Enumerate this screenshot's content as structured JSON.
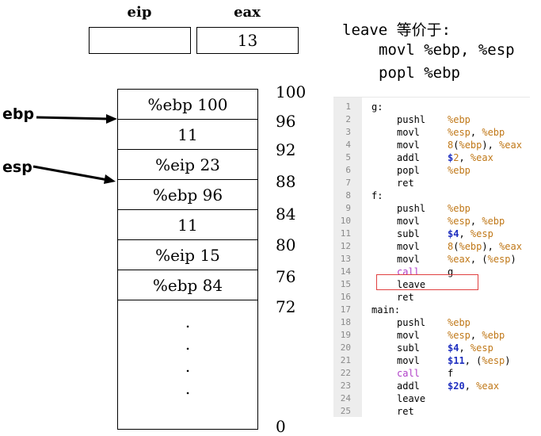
{
  "registers": {
    "eip": {
      "label": "eip",
      "value": ""
    },
    "eax": {
      "label": "eax",
      "value": "13"
    }
  },
  "pointers": {
    "ebp": "ebp",
    "esp": "esp"
  },
  "stack": {
    "cells": [
      "%ebp 100",
      "11",
      "%eip 23",
      "%ebp 96",
      "11",
      "%eip 15",
      "%ebp 84"
    ],
    "dots": [
      ".",
      ".",
      ".",
      "."
    ],
    "addresses": [
      "100",
      "96",
      "92",
      "88",
      "84",
      "80",
      "76",
      "72",
      "0"
    ]
  },
  "note": {
    "title": "leave 等价于:",
    "lines": [
      "movl %ebp, %esp",
      "popl %ebp"
    ]
  },
  "code": {
    "highlight_line": 15,
    "lines": [
      {
        "n": "1",
        "label": "g:",
        "op": "",
        "args": []
      },
      {
        "n": "2",
        "label": "",
        "op": "pushl",
        "args": [
          [
            "reg",
            "%ebp"
          ]
        ]
      },
      {
        "n": "3",
        "label": "",
        "op": "movl",
        "args": [
          [
            "reg",
            "%esp"
          ],
          [
            "txt",
            ", "
          ],
          [
            "reg",
            "%ebp"
          ]
        ]
      },
      {
        "n": "4",
        "label": "",
        "op": "movl",
        "args": [
          [
            "reg",
            "8"
          ],
          [
            "txt",
            "("
          ],
          [
            "reg",
            "%ebp"
          ],
          [
            "txt",
            "), "
          ],
          [
            "reg",
            "%eax"
          ]
        ]
      },
      {
        "n": "5",
        "label": "",
        "op": "addl",
        "args": [
          [
            "imm",
            "$"
          ],
          [
            "reg",
            "2"
          ],
          [
            "txt",
            ", "
          ],
          [
            "reg",
            "%eax"
          ]
        ]
      },
      {
        "n": "6",
        "label": "",
        "op": "popl",
        "args": [
          [
            "reg",
            "%ebp"
          ]
        ]
      },
      {
        "n": "7",
        "label": "",
        "op": "ret",
        "args": []
      },
      {
        "n": "8",
        "label": "f:",
        "op": "",
        "args": []
      },
      {
        "n": "9",
        "label": "",
        "op": "pushl",
        "args": [
          [
            "reg",
            "%ebp"
          ]
        ]
      },
      {
        "n": "10",
        "label": "",
        "op": "movl",
        "args": [
          [
            "reg",
            "%esp"
          ],
          [
            "txt",
            ", "
          ],
          [
            "reg",
            "%ebp"
          ]
        ]
      },
      {
        "n": "11",
        "label": "",
        "op": "subl",
        "args": [
          [
            "imm",
            "$4"
          ],
          [
            "txt",
            ", "
          ],
          [
            "reg",
            "%esp"
          ]
        ]
      },
      {
        "n": "12",
        "label": "",
        "op": "movl",
        "args": [
          [
            "reg",
            "8"
          ],
          [
            "txt",
            "("
          ],
          [
            "reg",
            "%ebp"
          ],
          [
            "txt",
            "), "
          ],
          [
            "reg",
            "%eax"
          ]
        ]
      },
      {
        "n": "13",
        "label": "",
        "op": "movl",
        "args": [
          [
            "reg",
            "%eax"
          ],
          [
            "txt",
            ", ("
          ],
          [
            "reg",
            "%esp"
          ],
          [
            "txt",
            ")"
          ]
        ]
      },
      {
        "n": "14",
        "label": "",
        "op": "call",
        "args": [
          [
            "txt",
            "g"
          ]
        ]
      },
      {
        "n": "15",
        "label": "",
        "op": "leave",
        "args": []
      },
      {
        "n": "16",
        "label": "",
        "op": "ret",
        "args": []
      },
      {
        "n": "17",
        "label": "main:",
        "op": "",
        "args": []
      },
      {
        "n": "18",
        "label": "",
        "op": "pushl",
        "args": [
          [
            "reg",
            "%ebp"
          ]
        ]
      },
      {
        "n": "19",
        "label": "",
        "op": "movl",
        "args": [
          [
            "reg",
            "%esp"
          ],
          [
            "txt",
            ", "
          ],
          [
            "reg",
            "%ebp"
          ]
        ]
      },
      {
        "n": "20",
        "label": "",
        "op": "subl",
        "args": [
          [
            "imm",
            "$4"
          ],
          [
            "txt",
            ", "
          ],
          [
            "reg",
            "%esp"
          ]
        ]
      },
      {
        "n": "21",
        "label": "",
        "op": "movl",
        "args": [
          [
            "imm",
            "$11"
          ],
          [
            "txt",
            ", ("
          ],
          [
            "reg",
            "%esp"
          ],
          [
            "txt",
            ")"
          ]
        ]
      },
      {
        "n": "22",
        "label": "",
        "op": "call",
        "args": [
          [
            "txt",
            "f"
          ]
        ]
      },
      {
        "n": "23",
        "label": "",
        "op": "addl",
        "args": [
          [
            "imm",
            "$20"
          ],
          [
            "txt",
            ", "
          ],
          [
            "reg",
            "%eax"
          ]
        ]
      },
      {
        "n": "24",
        "label": "",
        "op": "leave",
        "args": []
      },
      {
        "n": "25",
        "label": "",
        "op": "ret",
        "args": []
      }
    ]
  },
  "colors": {
    "register": "#c07818",
    "immediate": "#2030c0",
    "call": "#b040c8",
    "highlight": "#e04040",
    "gutter": "#ededed"
  }
}
